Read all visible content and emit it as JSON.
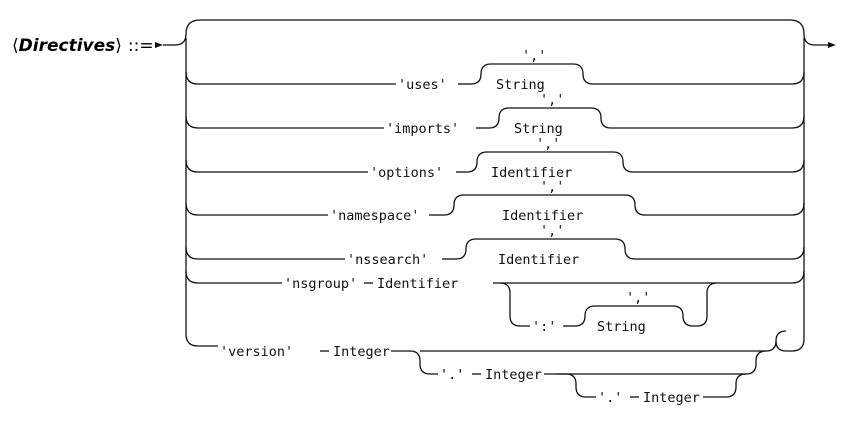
{
  "rule": {
    "open_bracket": "⟨",
    "name": "Directives",
    "close_bracket": "⟩",
    "assign": "::="
  },
  "branches": {
    "uses": {
      "keyword": "'uses'",
      "separator": "','",
      "item": "String"
    },
    "imports": {
      "keyword": "'imports'",
      "separator": "','",
      "item": "String"
    },
    "options": {
      "keyword": "'options'",
      "separator": "','",
      "item": "Identifier"
    },
    "namespace": {
      "keyword": "'namespace'",
      "separator": "','",
      "item": "Identifier"
    },
    "nssearch": {
      "keyword": "'nssearch'",
      "separator": "','",
      "item": "Identifier"
    },
    "nsgroup": {
      "keyword": "'nsgroup'",
      "name": "Identifier",
      "colon": "':'",
      "separator": "','",
      "item": "String"
    },
    "version": {
      "keyword": "'version'",
      "major": "Integer",
      "dot1": "'.'",
      "minor": "Integer",
      "dot2": "'.'",
      "patch": "Integer"
    }
  }
}
